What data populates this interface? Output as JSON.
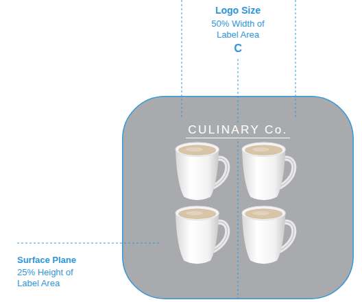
{
  "diagram": {
    "nodes": [
      {
        "text": [
          "CULINARY Co."
        ]
      }
    ],
    "labels": [
      "Logo Size",
      "50% Width of Label Area",
      "C",
      "Surface Plane",
      "25% Height of Label Area"
    ]
  }
}
